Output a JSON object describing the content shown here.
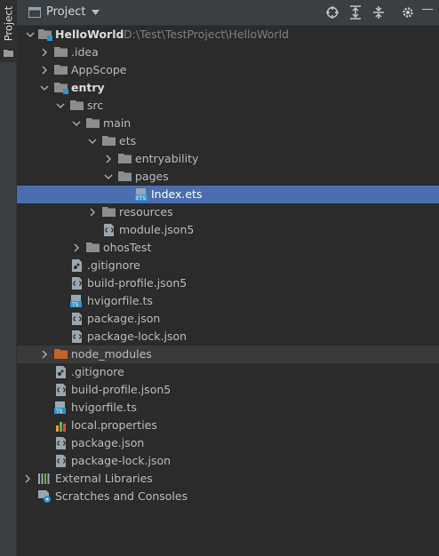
{
  "panel": {
    "title": "Project"
  },
  "side": {
    "tab_label": "Project"
  },
  "tree": {
    "root_name": "HelloWorld",
    "root_path": "D:\\Test\\TestProject\\HelloWorld",
    "items": [
      "HelloWorld",
      ".idea",
      "AppScope",
      "entry",
      "src",
      "main",
      "ets",
      "entryability",
      "pages",
      "Index.ets",
      "resources",
      "module.json5",
      "ohosTest",
      ".gitignore",
      "build-profile.json5",
      "hvigorfile.ts",
      "package.json",
      "package-lock.json",
      "node_modules",
      ".gitignore",
      "build-profile.json5",
      "hvigorfile.ts",
      "local.properties",
      "package.json",
      "package-lock.json",
      "External Libraries",
      "Scratches and Consoles"
    ]
  },
  "colors": {
    "selection": "#4b6eaf",
    "background": "#2b2b2b",
    "folder": "#8a8e90",
    "module_marker": "#3592c4",
    "excluded_folder": "#c3622b"
  },
  "icons": [
    "folder-icon",
    "module-folder-icon",
    "excluded-folder-icon",
    "ets-file-icon",
    "json-file-icon",
    "ts-file-icon",
    "properties-file-icon",
    "gitignore-file-icon",
    "libraries-icon",
    "scratches-icon",
    "locate-icon",
    "expand-all-icon",
    "collapse-all-icon",
    "settings-icon",
    "hide-icon"
  ]
}
